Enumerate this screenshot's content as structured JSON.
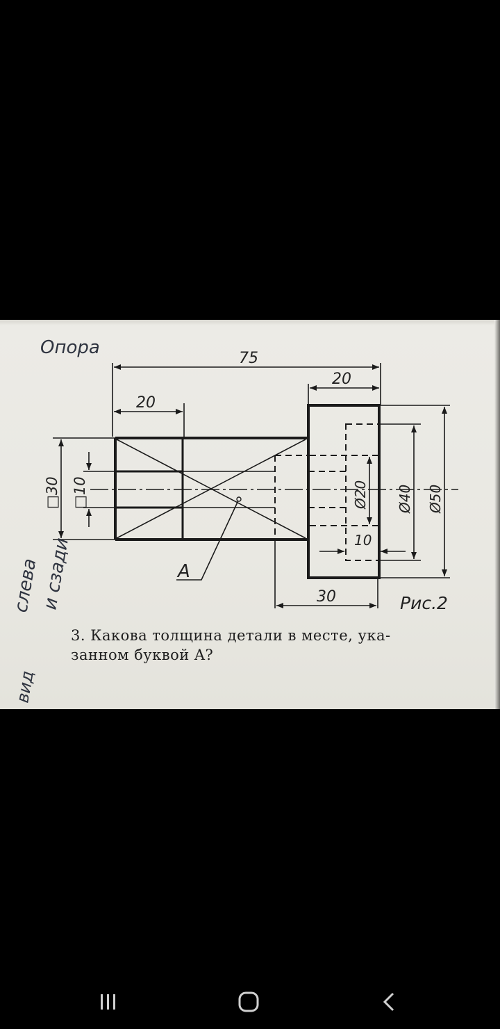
{
  "drawing": {
    "title": "Опора",
    "figure_label": "Рис.2",
    "point_label": "A",
    "dims": {
      "overall_length": "75",
      "left_part_length": "20",
      "flange_width": "20",
      "hole_length": "30",
      "hole_depth": "10",
      "square_outer": "□30",
      "square_inner": "□10",
      "dia_20": "Ø20",
      "dia_40": "Ø40",
      "dia_50": "Ø50"
    },
    "margin_note": [
      "слева",
      "и сзади",
      "вид"
    ]
  },
  "question": {
    "line1": "3. Какова толщина детали в месте, ука-",
    "line2": "занном буквой A?"
  },
  "navbar": {
    "icons": [
      "recent-apps-icon",
      "home-icon",
      "back-icon"
    ]
  },
  "colors": {
    "paper": "#ecebe6",
    "ink": "#1b1b1b",
    "background": "#000000",
    "nav_icon": "#d0d0d0"
  }
}
